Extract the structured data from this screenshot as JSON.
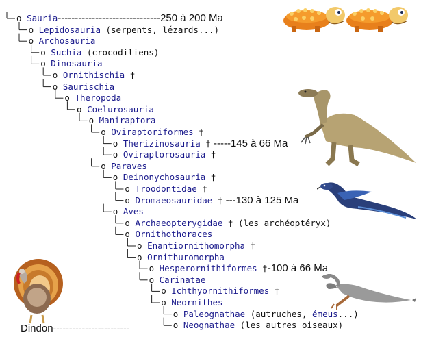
{
  "tree": [
    {
      "depth": 0,
      "name": "Sauria",
      "era": "------------------------------250 à 200 Ma"
    },
    {
      "depth": 1,
      "name": "Lepidosauria",
      "note": " (serpents, lézards...)"
    },
    {
      "depth": 1,
      "name": "Archosauria"
    },
    {
      "depth": 2,
      "name": "Suchia",
      "note": " (crocodiliens)"
    },
    {
      "depth": 2,
      "name": "Dinosauria"
    },
    {
      "depth": 3,
      "name": "Ornithischia",
      "note": " †"
    },
    {
      "depth": 3,
      "name": "Saurischia"
    },
    {
      "depth": 4,
      "name": "Theropoda"
    },
    {
      "depth": 5,
      "name": "Coelurosauria"
    },
    {
      "depth": 6,
      "name": "Maniraptora"
    },
    {
      "depth": 7,
      "name": "Oviraptoriformes",
      "note": " †"
    },
    {
      "depth": 8,
      "name": "Therizinosauria",
      "note": " †",
      "era": " -----145 à 66 Ma"
    },
    {
      "depth": 8,
      "name": "Oviraptorosauria",
      "note": " †"
    },
    {
      "depth": 7,
      "name": "Paraves"
    },
    {
      "depth": 8,
      "name": "Deinonychosauria",
      "note": " †"
    },
    {
      "depth": 9,
      "name": "Troodontidae",
      "note": " †"
    },
    {
      "depth": 9,
      "name": "Dromaeosauridae",
      "note": " †",
      "era": " ---130 à 125 Ma"
    },
    {
      "depth": 8,
      "name": "Aves"
    },
    {
      "depth": 9,
      "name": "Archaeopterygidae",
      "note": " † (les archéoptéryx)"
    },
    {
      "depth": 9,
      "name": "Ornithothoraces"
    },
    {
      "depth": 10,
      "name": "Enantiornithomorpha",
      "note": " †"
    },
    {
      "depth": 10,
      "name": "Ornithuromorpha"
    },
    {
      "depth": 11,
      "name": "Hesperornithiformes",
      "note": " †",
      "era": "-100 à 66 Ma"
    },
    {
      "depth": 11,
      "name": "Carinatae"
    },
    {
      "depth": 12,
      "name": "Ichthyornithiformes",
      "note": " †"
    },
    {
      "depth": 12,
      "name": "Neornithes"
    },
    {
      "depth": 13,
      "name": "Paleognathae",
      "note": " (autruches, ",
      "note_link": "émeus",
      "note_end": "...)"
    },
    {
      "depth": 13,
      "name": "Neognathae",
      "note": " (les autres oiseaux)"
    }
  ],
  "dindon": {
    "label": "Dindon",
    "dashes": "------------------------"
  },
  "colors": {
    "link": "#1a1a8c",
    "text": "#111111"
  },
  "icons": [
    "ankylosaur-group-image",
    "therizinosaur-image",
    "microraptor-image",
    "hesperornis-image",
    "turkey-image"
  ]
}
